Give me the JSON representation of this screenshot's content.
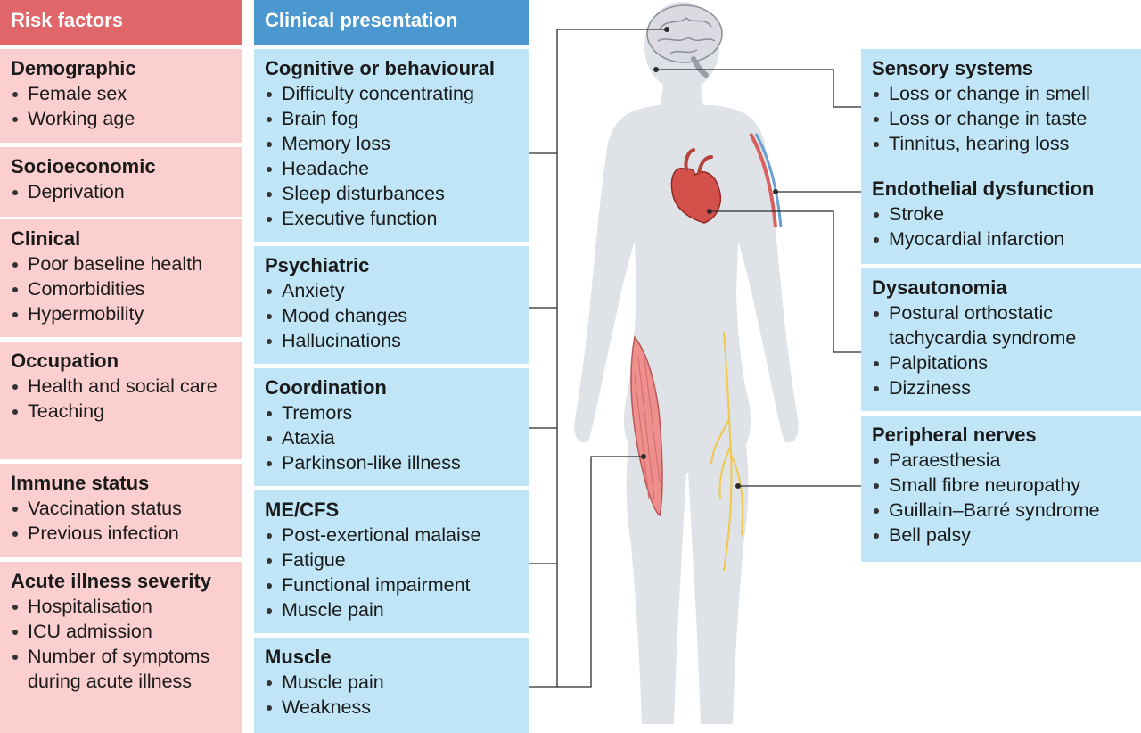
{
  "risk_factors": {
    "header": "Risk factors",
    "groups": [
      {
        "title": "Demographic",
        "items": [
          "Female sex",
          "Working age"
        ]
      },
      {
        "title": "Socioeconomic",
        "items": [
          "Deprivation"
        ]
      },
      {
        "title": "Clinical",
        "items": [
          "Poor baseline health",
          "Comorbidities",
          "Hypermobility"
        ]
      },
      {
        "title": "Occupation",
        "items": [
          "Health and social care",
          "Teaching"
        ]
      },
      {
        "title": "Immune status",
        "items": [
          "Vaccination status",
          "Previous infection"
        ]
      },
      {
        "title": "Acute illness severity",
        "items": [
          "Hospitalisation",
          "ICU admission",
          "Number of symptoms during acute illness"
        ]
      }
    ]
  },
  "clinical_presentation": {
    "header": "Clinical presentation",
    "groups": [
      {
        "title": "Cognitive or behavioural",
        "items": [
          "Difficulty concentrating",
          "Brain fog",
          "Memory loss",
          "Headache",
          "Sleep disturbances",
          "Executive function"
        ]
      },
      {
        "title": "Psychiatric",
        "items": [
          "Anxiety",
          "Mood changes",
          "Hallucinations"
        ]
      },
      {
        "title": "Coordination",
        "items": [
          "Tremors",
          "Ataxia",
          "Parkinson-like illness"
        ]
      },
      {
        "title": "ME/CFS",
        "items": [
          "Post-exertional malaise",
          "Fatigue",
          "Functional impairment",
          "Muscle pain"
        ]
      },
      {
        "title": "Muscle",
        "items": [
          "Muscle pain",
          "Weakness"
        ]
      }
    ]
  },
  "body_systems": {
    "groups": [
      {
        "title": "Sensory systems",
        "items": [
          "Loss or change in smell",
          "Loss or change in taste",
          "Tinnitus, hearing loss"
        ]
      },
      {
        "title": "Endothelial dysfunction",
        "items": [
          "Stroke",
          "Myocardial infarction"
        ]
      },
      {
        "title": "Dysautonomia",
        "items": [
          "Postural orthostatic tachycardia syndrome",
          "Palpitations",
          "Dizziness"
        ]
      },
      {
        "title": "Peripheral nerves",
        "items": [
          "Paraesthesia",
          "Small fibre neuropathy",
          "Guillain–Barré syndrome",
          "Bell palsy"
        ]
      }
    ]
  },
  "colors": {
    "risk_header": "#e0666a",
    "risk_box": "#fbcfcf",
    "clinical_header": "#4a98cf",
    "clinical_box": "#bfe5f7",
    "body_silhouette": "#dfe2e6",
    "connector": "#2b2b2b"
  },
  "illustration": {
    "figure": "human-body-silhouette",
    "organs": [
      "brain-icon",
      "heart-icon",
      "blood-vessel-icon",
      "thigh-muscle-icon",
      "leg-nerve-icon"
    ]
  }
}
